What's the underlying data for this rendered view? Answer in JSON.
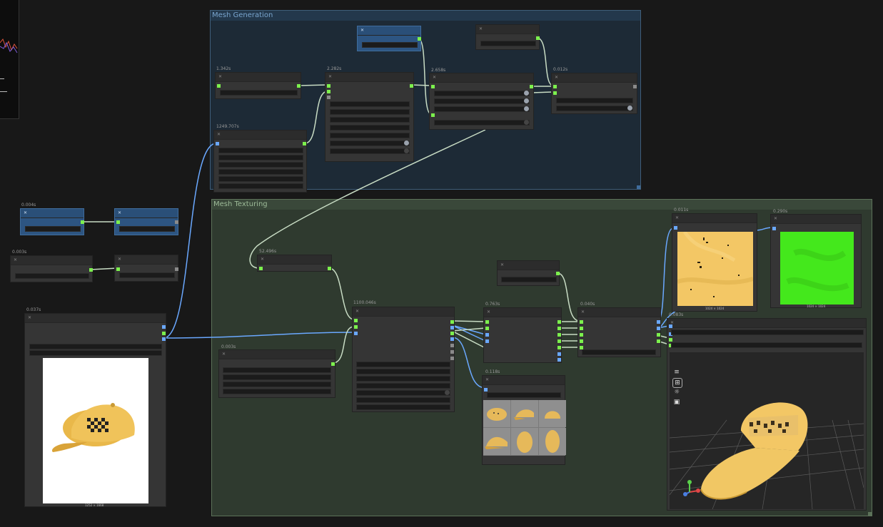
{
  "groups": {
    "mesh_generation": "Mesh Generation",
    "mesh_texturing": "Mesh Texturing"
  },
  "timings": {
    "t1": "0.004s",
    "t2": "0.003s",
    "t3": "0.037s",
    "g1": "1.342s",
    "g2": "1249.707s",
    "g3": "2.282s",
    "g4": "2.658s",
    "g5": "0.012s",
    "x1": "52.496s",
    "x2": "0.003s",
    "x3": "1100.046s",
    "x4": "0.763s",
    "x5": "0.118s",
    "x6": "0.040s",
    "x7": "0.011s",
    "x8": "0.290s",
    "x9": "0.083s"
  },
  "captions": {
    "input_image": "1252 × 1668",
    "texture_a": "1024 × 1024",
    "texture_b": "1024 × 1024"
  },
  "viewport": {
    "tools": [
      "menu-icon",
      "grid-icon",
      "light-icon",
      "image-icon"
    ]
  },
  "colors": {
    "link_green": "#7cf04d",
    "link_blue": "#6aa8ff",
    "wire": "#c8dcc4",
    "texture_green": "#44e81c",
    "cap_yellow": "#f3c765"
  }
}
